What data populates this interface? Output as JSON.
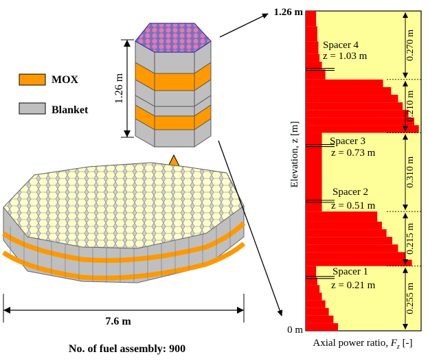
{
  "legend": {
    "items": [
      {
        "label": "MOX",
        "color": "#ff9900"
      },
      {
        "label": "Blanket",
        "color": "#bfbfbf"
      }
    ]
  },
  "assembly": {
    "height_label": "1.26 m"
  },
  "core": {
    "diameter_label": "7.6 m",
    "fuel_assembly_caption": "No. of  fuel assembly: 900"
  },
  "chart": {
    "y_axis_title": "Elevation, z [m]",
    "x_axis_title": "Axial power ratio, ",
    "x_axis_symbol": "F",
    "x_axis_subscript": "z",
    "x_axis_unit": " [-]",
    "top_label": "1.26 m",
    "bottom_label": "0 m",
    "spacers": [
      {
        "name": "Spacer 4",
        "z_label": "z = 1.03 m"
      },
      {
        "name": "Spacer 3",
        "z_label": "z = 0.73 m"
      },
      {
        "name": "Spacer 2",
        "z_label": "z = 0.51 m"
      },
      {
        "name": "Spacer 1",
        "z_label": "z = 0.21 m"
      }
    ],
    "zones": [
      {
        "label": "0.270 m"
      },
      {
        "label": "0.210 m"
      },
      {
        "label": "0.310 m"
      },
      {
        "label": "0.215 m"
      },
      {
        "label": "0.255 m"
      }
    ]
  },
  "colors": {
    "mox": "#ff9900",
    "blanket": "#bfbfbf",
    "power_fill": "#ff0000",
    "chart_background": "#ffff99",
    "assembly_top": "#e57ba0",
    "pellet": "#ffffcc"
  },
  "chart_data": {
    "type": "step-area",
    "xlabel": "Axial power ratio, Fz [-]",
    "ylabel": "Elevation, z [m]",
    "ylim": [
      0,
      1.26
    ],
    "profile": [
      {
        "z_from": 0.0,
        "z_to": 0.03,
        "value": 0.28
      },
      {
        "z_from": 0.03,
        "z_to": 0.06,
        "value": 0.24
      },
      {
        "z_from": 0.06,
        "z_to": 0.09,
        "value": 0.2
      },
      {
        "z_from": 0.09,
        "z_to": 0.12,
        "value": 0.17
      },
      {
        "z_from": 0.12,
        "z_to": 0.15,
        "value": 0.14
      },
      {
        "z_from": 0.15,
        "z_to": 0.18,
        "value": 0.12
      },
      {
        "z_from": 0.18,
        "z_to": 0.21,
        "value": 0.1
      },
      {
        "z_from": 0.21,
        "z_to": 0.255,
        "value": 0.09
      },
      {
        "z_from": 0.255,
        "z_to": 0.28,
        "value": 0.92
      },
      {
        "z_from": 0.28,
        "z_to": 0.31,
        "value": 0.86
      },
      {
        "z_from": 0.31,
        "z_to": 0.34,
        "value": 0.8
      },
      {
        "z_from": 0.34,
        "z_to": 0.37,
        "value": 0.75
      },
      {
        "z_from": 0.37,
        "z_to": 0.4,
        "value": 0.7
      },
      {
        "z_from": 0.4,
        "z_to": 0.43,
        "value": 0.66
      },
      {
        "z_from": 0.43,
        "z_to": 0.47,
        "value": 0.62
      },
      {
        "z_from": 0.47,
        "z_to": 0.78,
        "value": 0.14
      },
      {
        "z_from": 0.78,
        "z_to": 0.81,
        "value": 0.98
      },
      {
        "z_from": 0.81,
        "z_to": 0.84,
        "value": 0.94
      },
      {
        "z_from": 0.84,
        "z_to": 0.87,
        "value": 0.89
      },
      {
        "z_from": 0.87,
        "z_to": 0.9,
        "value": 0.84
      },
      {
        "z_from": 0.9,
        "z_to": 0.93,
        "value": 0.8
      },
      {
        "z_from": 0.93,
        "z_to": 0.96,
        "value": 0.74
      },
      {
        "z_from": 0.96,
        "z_to": 0.99,
        "value": 0.67
      },
      {
        "z_from": 0.99,
        "z_to": 1.03,
        "value": 0.17
      },
      {
        "z_from": 1.03,
        "z_to": 1.06,
        "value": 0.14
      },
      {
        "z_from": 1.06,
        "z_to": 1.09,
        "value": 0.12
      },
      {
        "z_from": 1.09,
        "z_to": 1.14,
        "value": 0.11
      },
      {
        "z_from": 1.14,
        "z_to": 1.2,
        "value": 0.1
      },
      {
        "z_from": 1.2,
        "z_to": 1.26,
        "value": 0.09
      }
    ],
    "spacer_positions": [
      1.03,
      0.73,
      0.51,
      0.21
    ],
    "zone_boundaries": [
      0,
      0.255,
      0.47,
      0.78,
      0.99,
      1.26
    ]
  }
}
